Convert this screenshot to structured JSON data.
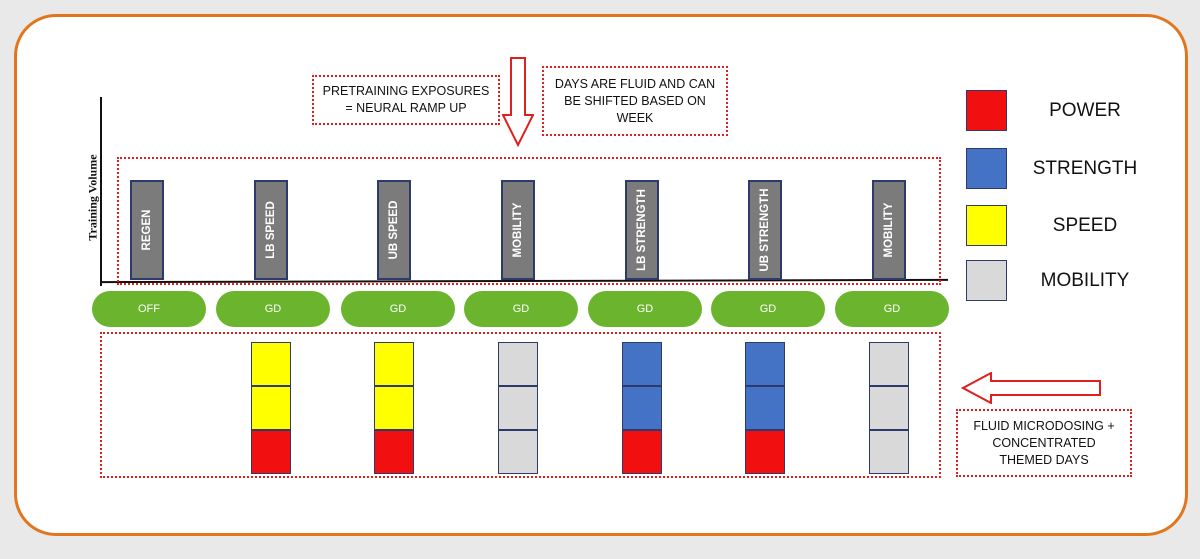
{
  "annotations": {
    "pretraining": "PRETRAINING EXPOSURES\n= NEURAL RAMP UP",
    "fluid_days": "DAYS ARE FLUID AND CAN\nBE SHIFTED BASED ON\nWEEK",
    "microdosing": "FLUID MICRODOSING +\nCONCENTRATED\nTHEMED DAYS"
  },
  "chart": {
    "ylabel": "Training Volume"
  },
  "days": [
    {
      "session": "REGEN",
      "type": "OFF",
      "blocks": []
    },
    {
      "session": "LB SPEED",
      "type": "GD",
      "blocks": [
        "POWER",
        "SPEED",
        "SPEED"
      ]
    },
    {
      "session": "UB SPEED",
      "type": "GD",
      "blocks": [
        "POWER",
        "SPEED",
        "SPEED"
      ]
    },
    {
      "session": "MOBILITY",
      "type": "GD",
      "blocks": [
        "MOBILITY",
        "MOBILITY",
        "MOBILITY"
      ]
    },
    {
      "session": "LB STRENGTH",
      "type": "GD",
      "blocks": [
        "POWER",
        "STRENGTH",
        "STRENGTH"
      ]
    },
    {
      "session": "UB STRENGTH",
      "type": "GD",
      "blocks": [
        "POWER",
        "STRENGTH",
        "STRENGTH"
      ]
    },
    {
      "session": "MOBILITY",
      "type": "GD",
      "blocks": [
        "MOBILITY",
        "MOBILITY",
        "MOBILITY"
      ]
    }
  ],
  "legend": [
    {
      "label": "POWER",
      "color": "#f20f0f"
    },
    {
      "label": "STRENGTH",
      "color": "#4472c4"
    },
    {
      "label": "SPEED",
      "color": "#ffff00"
    },
    {
      "label": "MOBILITY",
      "color": "#d9d9d9"
    }
  ],
  "colors": {
    "frame": "#e2761f",
    "dotted": "#e01f1f",
    "pill": "#6ab52d",
    "bar": "#7b7b7b",
    "bar_border": "#2d3a6b"
  }
}
